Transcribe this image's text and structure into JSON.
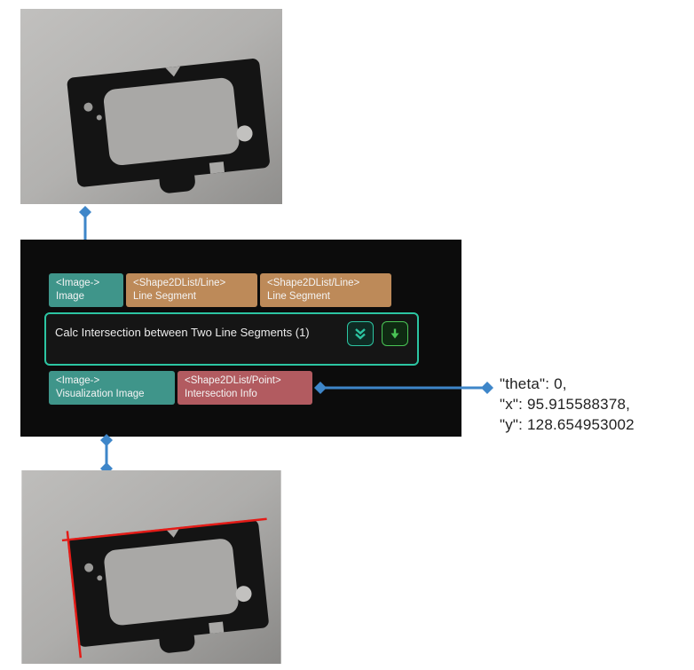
{
  "colors": {
    "connector-blue": "#3e86c9",
    "teal": "#3f958a",
    "teal-border": "#2cc5a2",
    "tan": "#bd8a59",
    "red": "#b25b60",
    "panel-bg": "#0c0c0c",
    "node-bg": "#151515",
    "green": "#49c455",
    "text-dark": "#212121",
    "overlay-red": "#e41b17"
  },
  "node": {
    "title": "Calc Intersection between Two Line Segments (1)",
    "inputs": [
      {
        "type": "<Image->",
        "label": "Image"
      },
      {
        "type": "<Shape2DList/Line>",
        "label": "Line Segment"
      },
      {
        "type": "<Shape2DList/Line>",
        "label": "Line Segment"
      }
    ],
    "outputs": [
      {
        "type": "<Image->",
        "label": "Visualization Image"
      },
      {
        "type": "<Shape2DList/Point>",
        "label": "Intersection Info"
      }
    ],
    "buttons": [
      {
        "name": "collapse",
        "icon": "double-chevron-down-icon"
      },
      {
        "name": "run",
        "icon": "arrow-down-icon"
      }
    ]
  },
  "result": {
    "line1": "\"theta\": 0,",
    "line2": "\"x\": 95.915588378,",
    "line3": "\"y\": 128.654953002"
  },
  "images": {
    "top": "input-image-bracket-photo",
    "bottom": "visualization-image-bracket-photo-red-lines"
  }
}
